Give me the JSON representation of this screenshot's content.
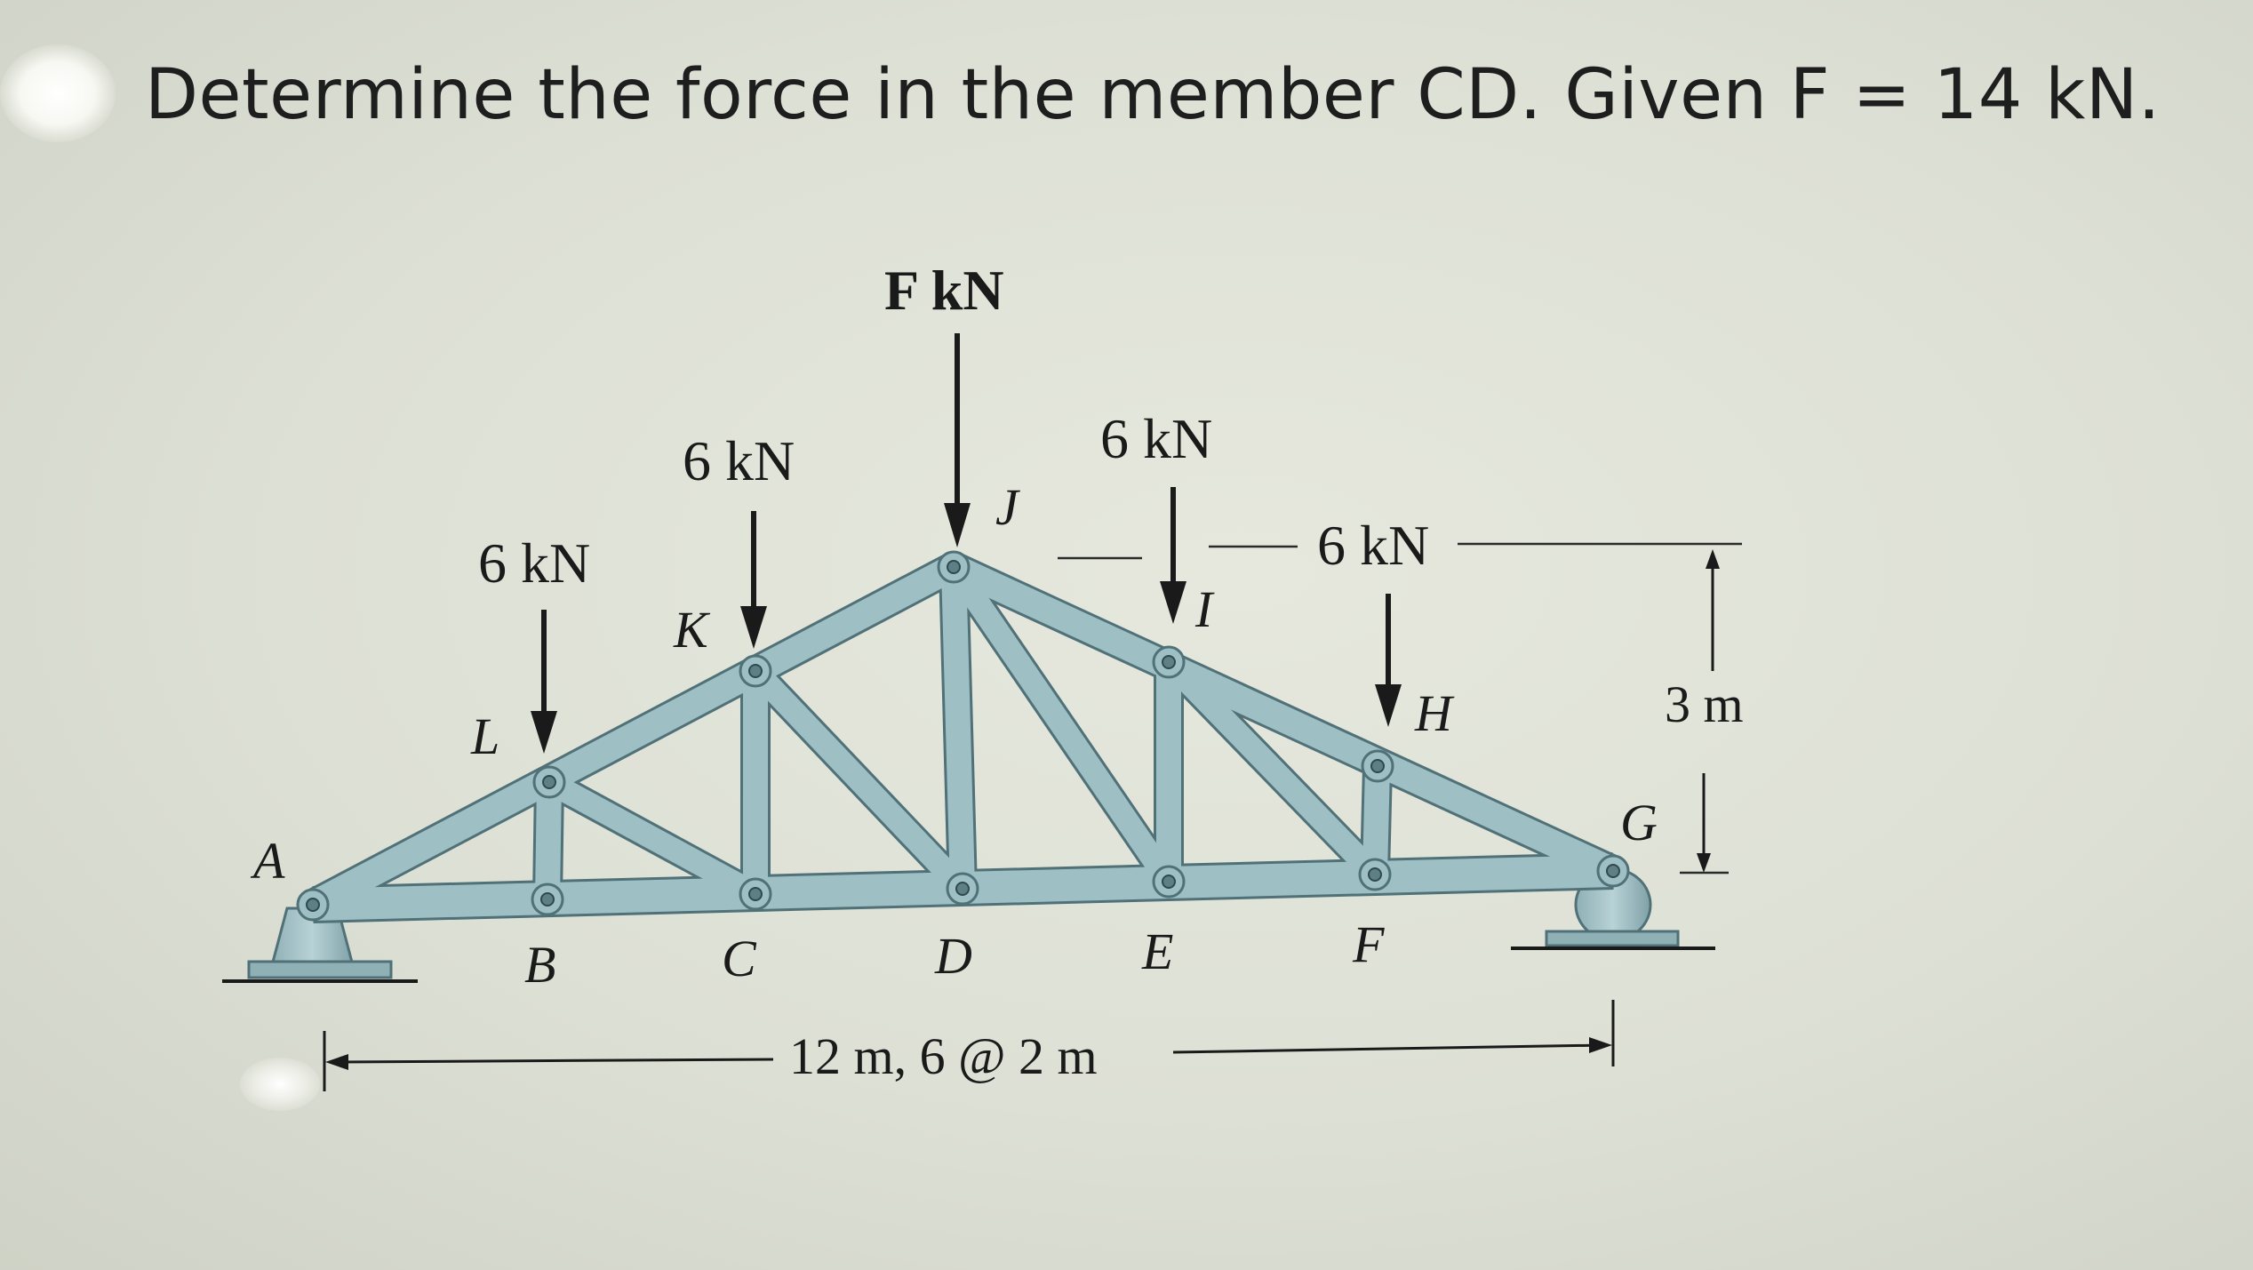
{
  "question": "Determine the force in the member CD. Given F = 14 kN.",
  "loads": {
    "L": "6 kN",
    "K": "6 kN",
    "J": "F kN",
    "I": "6 kN",
    "H": "6 kN"
  },
  "joints": {
    "A": "A",
    "B": "B",
    "C": "C",
    "D": "D",
    "E": "E",
    "F": "F",
    "G": "G",
    "H": "H",
    "I": "I",
    "J": "J",
    "K": "K",
    "L": "L"
  },
  "dimensions": {
    "span": "12 m, 6 @ 2 m",
    "height": "3 m"
  },
  "colors": {
    "member_fill": "#9ebfc4",
    "member_edge": "#4f7177",
    "background": "#dde0d5"
  }
}
